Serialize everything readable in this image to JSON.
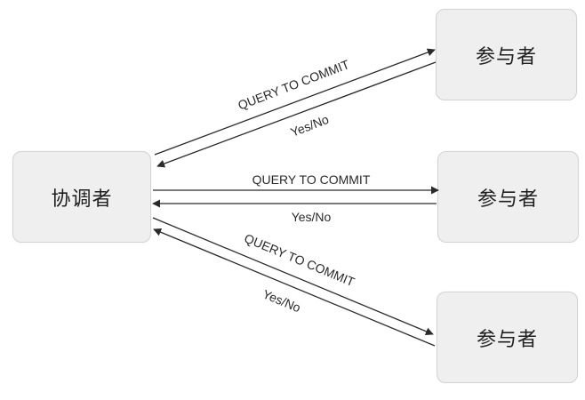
{
  "nodes": {
    "coordinator": "协调者",
    "participant_1": "参与者",
    "participant_2": "参与者",
    "participant_3": "参与者"
  },
  "edges": {
    "p1_query": "QUERY TO COMMIT",
    "p1_reply": "Yes/No",
    "p2_query": "QUERY TO COMMIT",
    "p2_reply": "Yes/No",
    "p3_query": "QUERY TO COMMIT",
    "p3_reply": "Yes/No"
  },
  "colors": {
    "node_fill": "#efefef",
    "node_border": "#d3d3d3",
    "line": "#2a2a2a",
    "text": "#1f1f1f"
  }
}
